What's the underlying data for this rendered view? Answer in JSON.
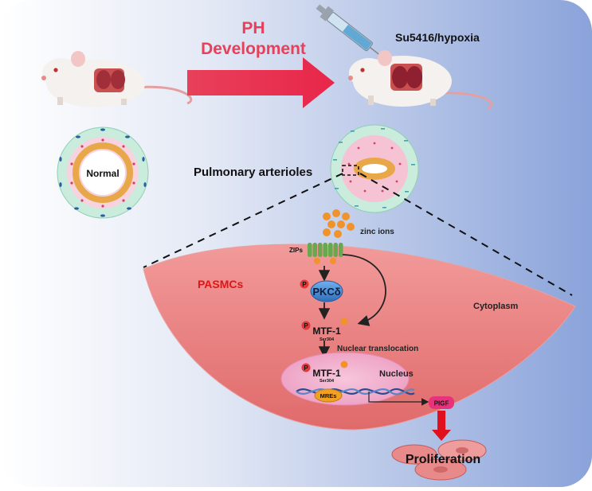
{
  "labels": {
    "ph_line1": "PH",
    "ph_line2": "Development",
    "su5416": "Su5416/hypoxia",
    "normal": "Normal",
    "pulmonary": "Pulmonary arterioles",
    "zinc": "zinc ions",
    "zips": "ZIPs",
    "pasmcs": "PASMCs",
    "cytoplasm": "Cytoplasm",
    "pkc": "PKCδ",
    "p": "P",
    "mtf1": "MTF-1",
    "ser304": "Ser304",
    "nuclear": "Nuclear translocation",
    "nucleus": "Nucleus",
    "mres": "MREs",
    "pigf": "PIGF",
    "proliferation": "Proliferation"
  },
  "colors": {
    "ph_text": "#e8405a",
    "big_arrow": "#e8405a",
    "pasmcs_text": "#e01515",
    "zinc": "#f0932b",
    "p_circle": "#e03b3b",
    "pkc": "#4a8fd6",
    "pigf": "#e6337a",
    "red_arrow": "#e0101e"
  },
  "icons": [
    "mouse-normal-icon",
    "mouse-ph-icon",
    "syringe-icon",
    "dna-icon",
    "cell-icon"
  ]
}
